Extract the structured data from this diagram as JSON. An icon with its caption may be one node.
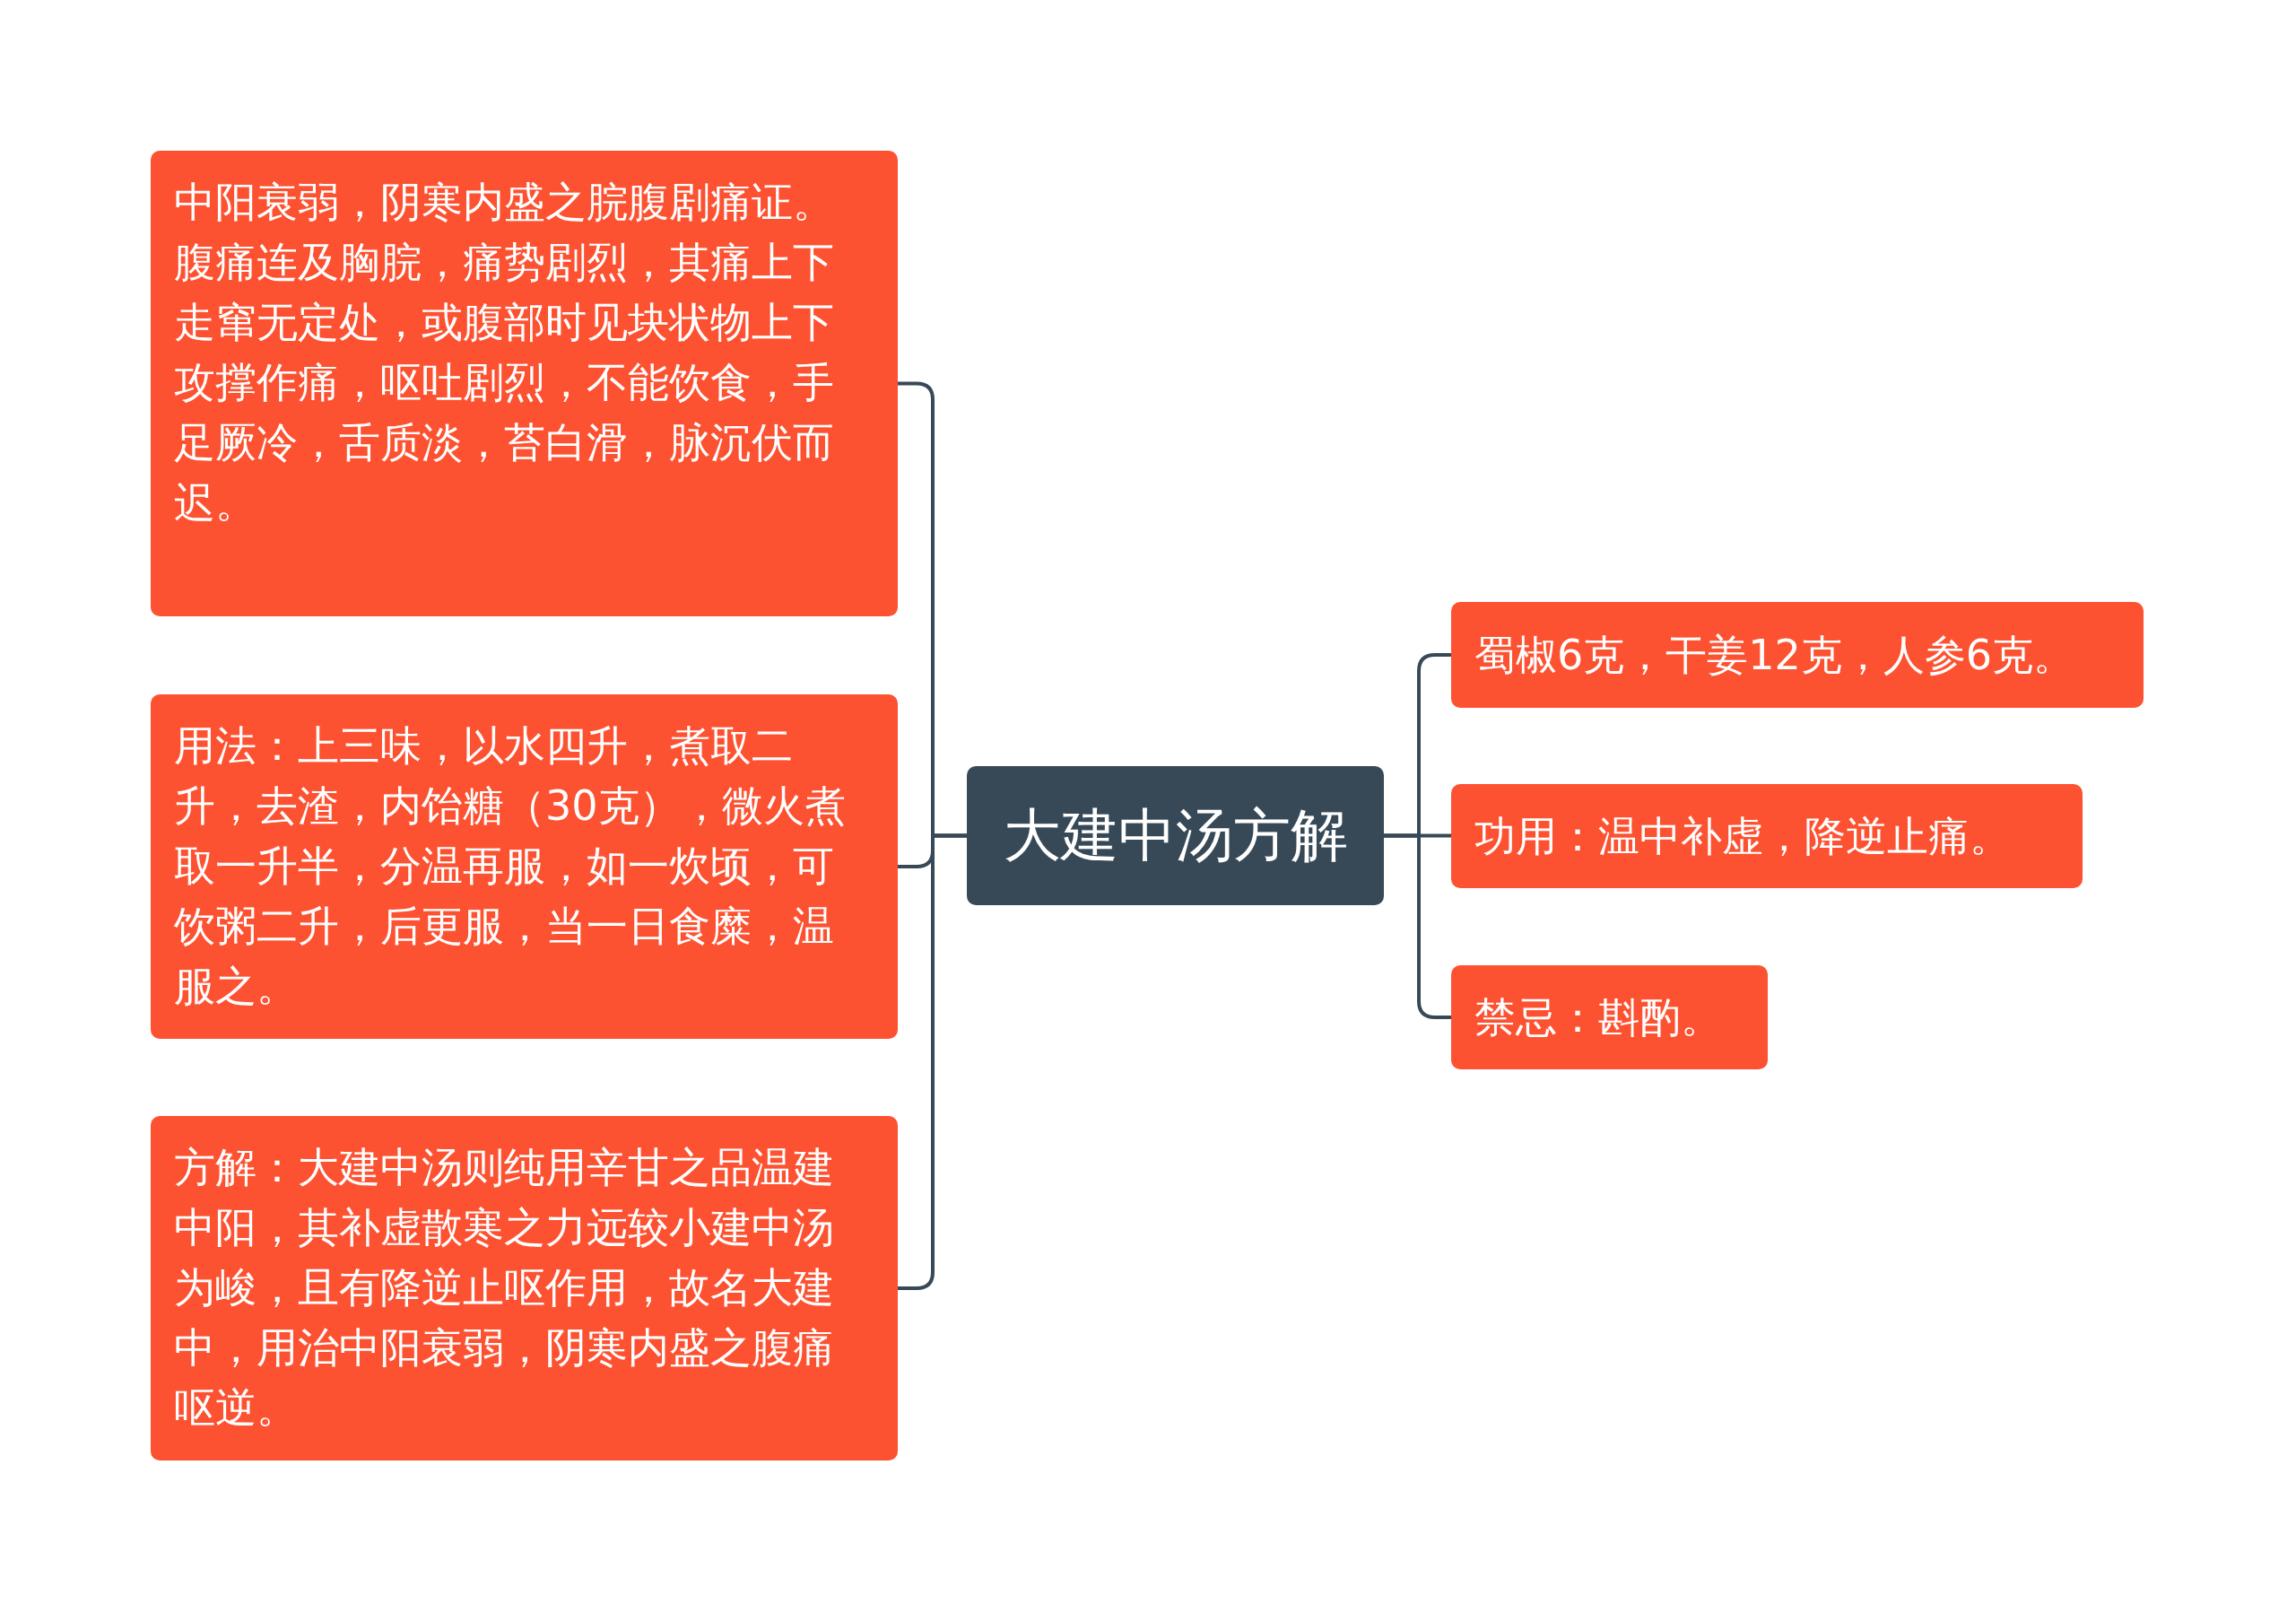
{
  "diagram": {
    "nodes": [
      {
        "text": [
          "大建中汤方解"
        ]
      },
      {
        "text": [
          "中阳衰弱，阴寒内盛之脘腹剧痛证。腹痛连及胸脘，痛势剧烈，其痛上下走窜无定处，或腹部时见块状物上下攻撑作痛，呕吐剧烈，不能饮食，手足厥冷，舌质淡，苔白滑，脉沉伏而迟。"
        ]
      },
      {
        "text": [
          "用法：上三味，以水四升，煮取二升，去渣，内饴糖（30克），微火煮取一升半，分温再服，如一炊顷，可饮粥二升，后更服，当一日食糜，温服之。"
        ]
      },
      {
        "text": [
          "方解：大建中汤则纯用辛甘之品温建中阳，其补虚散寒之力远较小建中汤为峻，且有降逆止呕作用，故名大建中，用治中阳衰弱，阴寒内盛之腹痛呕逆。"
        ]
      },
      {
        "text": [
          "蜀椒6克，干姜12克，人参6克。"
        ]
      },
      {
        "text": [
          "功用：温中补虚，降逆止痛。"
        ]
      },
      {
        "text": [
          "禁忌：斟酌。"
        ]
      }
    ],
    "edges": [
      {
        "from": 0,
        "to": 1,
        "arrow": "none"
      },
      {
        "from": 0,
        "to": 2,
        "arrow": "none"
      },
      {
        "from": 0,
        "to": 3,
        "arrow": "none"
      },
      {
        "from": 0,
        "to": 4,
        "arrow": "none"
      },
      {
        "from": 0,
        "to": 5,
        "arrow": "none"
      },
      {
        "from": 0,
        "to": 6,
        "arrow": "none"
      }
    ]
  }
}
